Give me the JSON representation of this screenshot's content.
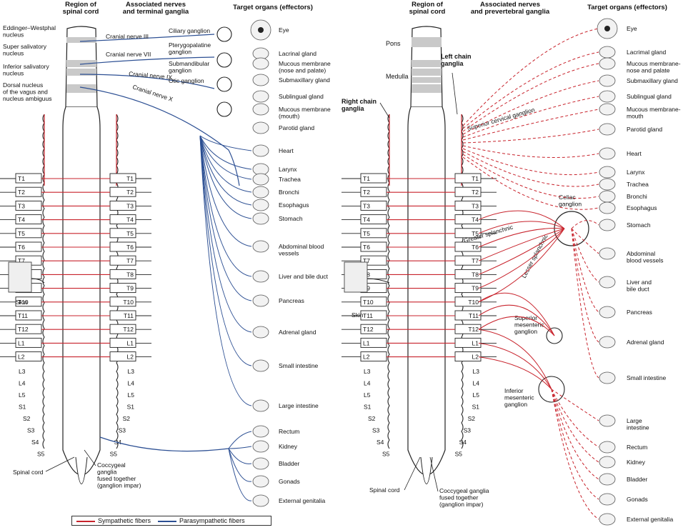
{
  "colors": {
    "sympathetic": "#c8232c",
    "parasympathetic": "#2c4f93",
    "gray_band": "#c9c9c9",
    "outline": "#222222"
  },
  "left": {
    "headers": {
      "region": "Region of\nspinal cord",
      "nerves": "Associated nerves\nand terminal ganglia",
      "targets": "Target organs (effectors)"
    },
    "nuclei": [
      "Eddinger–Westphal\nnucleus",
      "Super salivatory\nnucleus",
      "Inferior salivatory\nnucleus",
      "Dorsal nucleus\nof the vagus and\nnucleus ambiguus"
    ],
    "nerves": [
      "Cranial nerve III",
      "Cranial nerve VII",
      "Cranial nerve IX",
      "Cranial nerve X"
    ],
    "ganglia": [
      "Ciliary ganglion",
      "Pterygopalatine\nganglion",
      "Submandibular\nganglion",
      "Otic ganglion"
    ],
    "organs": [
      "Eye",
      "Lacrinal gland",
      "Mucous membrane\n(nose and palate)",
      "Submaxillary gland",
      "Sublingual gland",
      "Mucous membrane\n(mouth)",
      "Parotid gland",
      "Heart",
      "Larynx",
      "Trachea",
      "Bronchi",
      "Esophagus",
      "Stomach",
      "Abdominal blood\nvessels",
      "Liver and bile duct",
      "Pancreas",
      "Adrenal gland",
      "Small intestine",
      "Large intestine",
      "Rectum",
      "Kidney",
      "Bladder",
      "Gonads",
      "External genitalia"
    ],
    "skin": "Skin",
    "spinal_cord": "Spinal cord",
    "coccygeal": "Coccygeal\nganglia\nfused together\n(ganglion impar)"
  },
  "right": {
    "headers": {
      "region": "Region of\nspinal cord",
      "nerves": "Associated nerves\nand prevertebral ganglia",
      "targets": "Target organs (effectors)"
    },
    "pons": "Pons",
    "medulla": "Medulla",
    "left_chain": "Left chain\nganglia",
    "right_chain": "Right chain\nganglia",
    "superior_cervical": "Superior cervical ganglion",
    "greater_splanchnic": "Greater splanchnic",
    "lesser_splanchnic": "Lesser splanchnic",
    "celiac": "Celiac\nganglion",
    "superior_mesenteric": "Superior\nmesenteric\nganglion",
    "inferior_mesenteric": "Inferior\nmesenteric\nganglion",
    "organs": [
      "Eye",
      "Lacrimal gland",
      "Mucous membrane-\nnose and palate",
      "Submaxillary gland",
      "Sublingual gland",
      "Mucous membrane-\nmouth",
      "Parotid gland",
      "Heart",
      "Larynx",
      "Trachea",
      "Bronchi",
      "Esophagus",
      "Stomach",
      "Abdominal\nblood vessels",
      "Liver and\nbile duct",
      "Pancreas",
      "Adrenal gland",
      "Small intestine",
      "Large\nintestine",
      "Rectum",
      "Kidney",
      "Bladder",
      "Gonads",
      "External genitalia"
    ],
    "skin": "Skin",
    "spinal_cord": "Spinal cord",
    "coccygeal": "Coccygeal ganglia\nfused together\n(ganglion impar)"
  },
  "segments": {
    "boxed": [
      "T1",
      "T2",
      "T3",
      "T4",
      "T5",
      "T6",
      "T7",
      "T8",
      "T9",
      "T10",
      "T11",
      "T12",
      "L1",
      "L2"
    ],
    "plain": [
      "L3",
      "L4",
      "L5",
      "S1",
      "S2",
      "S3",
      "S4",
      "S5"
    ]
  },
  "legend": {
    "sympathetic": "Sympathetic fibers",
    "parasympathetic": "Parasympathetic fibers"
  }
}
